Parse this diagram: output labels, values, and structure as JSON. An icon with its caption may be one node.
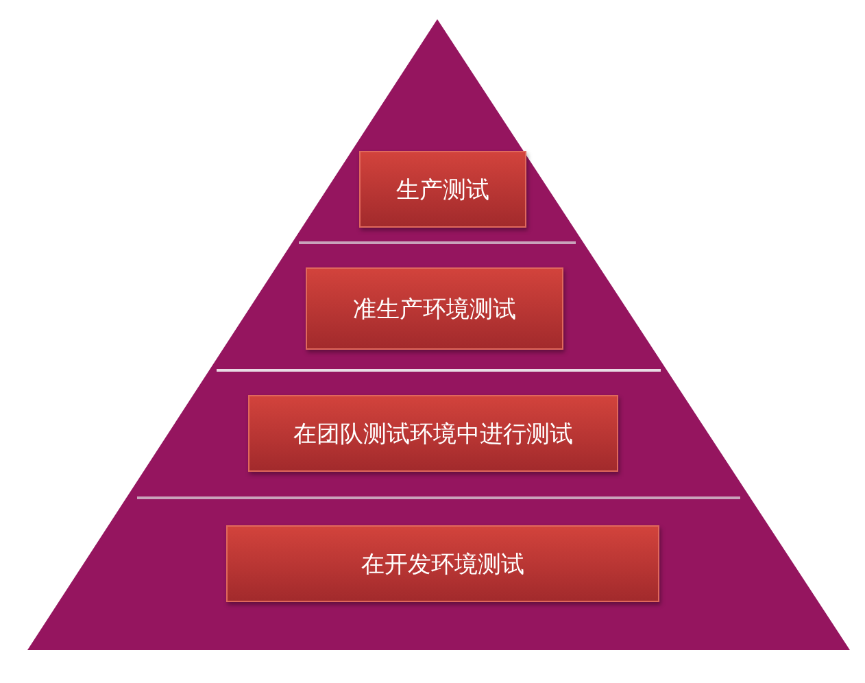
{
  "diagram": {
    "nodes": [
      {
        "text": [
          "生产测试"
        ]
      },
      {
        "text": [
          "准生产环境测试"
        ]
      },
      {
        "text": [
          "在团队测试环境中进行测试"
        ]
      },
      {
        "text": [
          "在开发环境测试"
        ]
      }
    ]
  }
}
